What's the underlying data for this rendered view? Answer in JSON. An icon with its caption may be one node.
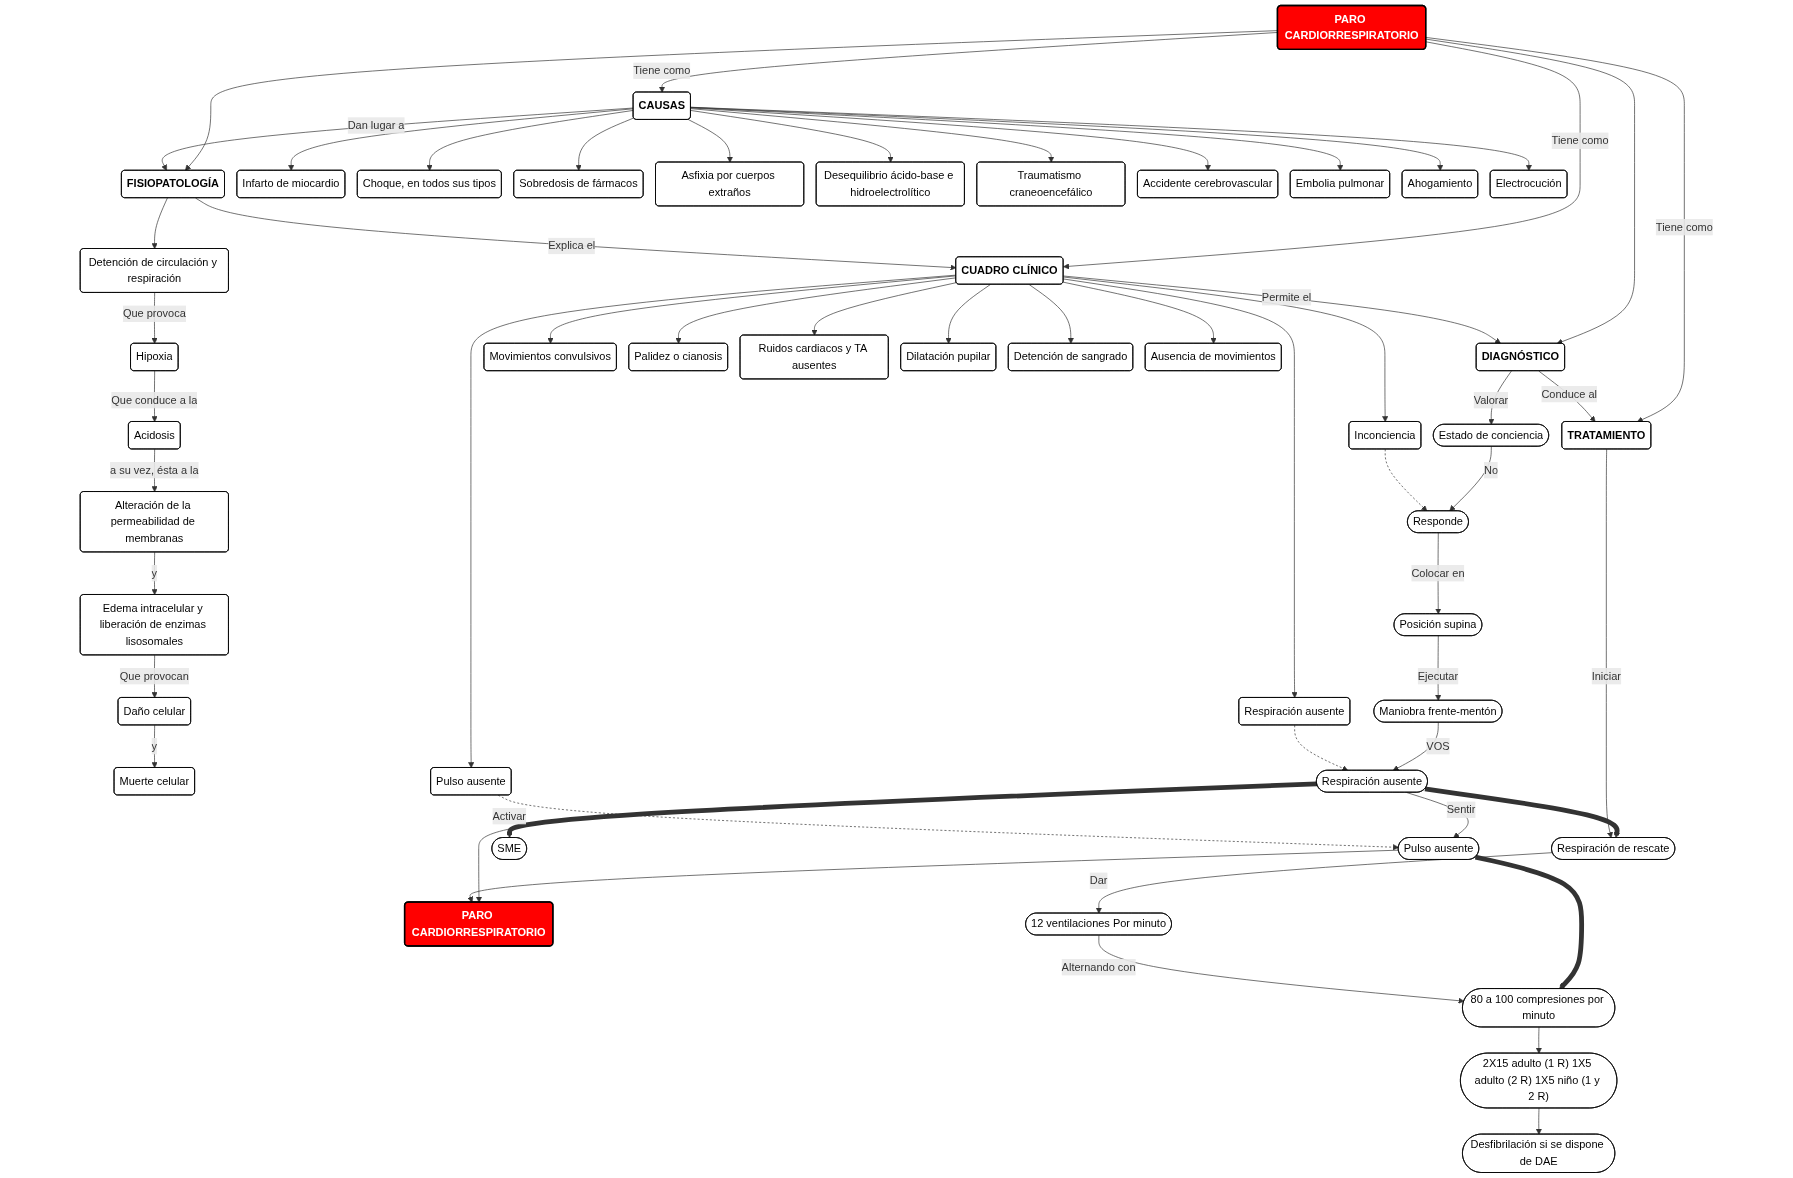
{
  "diagram": {
    "nodes": [
      {
        "text": [
          "PARO CARDIORRESPIRATORIO"
        ]
      },
      {
        "text": [
          "CAUSAS"
        ]
      },
      {
        "text": [
          "FISIOPATOLOGÍA"
        ]
      },
      {
        "text": [
          "CUADRO CLÍNICO"
        ]
      },
      {
        "text": [
          "DIAGNÓSTICO"
        ]
      },
      {
        "text": [
          "TRATAMIENTO"
        ]
      },
      {
        "text": [
          "Infarto de miocardio"
        ]
      },
      {
        "text": [
          "Choque, en todos sus tipos"
        ]
      },
      {
        "text": [
          "Sobredosis de fármacos"
        ]
      },
      {
        "text": [
          "Asfixia por cuerpos extraños"
        ]
      },
      {
        "text": [
          "Desequilibrio ácido-base e hidroelectrolítico"
        ]
      },
      {
        "text": [
          "Traumatismo craneoencefálico"
        ]
      },
      {
        "text": [
          "Accidente cerebrovascular"
        ]
      },
      {
        "text": [
          "Embolia pulmonar"
        ]
      },
      {
        "text": [
          "Ahogamiento"
        ]
      },
      {
        "text": [
          "Electrocución"
        ]
      },
      {
        "text": [
          "Detención de circulación y respiración"
        ]
      },
      {
        "text": [
          "Hipoxia"
        ]
      },
      {
        "text": [
          "Acidosis"
        ]
      },
      {
        "text": [
          "Alteración de la permeabilidad de membranas"
        ]
      },
      {
        "text": [
          "Edema intracelular y liberación de enzimas lisosomales"
        ]
      },
      {
        "text": [
          "Daño celular"
        ]
      },
      {
        "text": [
          "Muerte celular"
        ]
      },
      {
        "text": [
          "Inconciencia"
        ]
      },
      {
        "text": [
          "Movimientos convulsivos"
        ]
      },
      {
        "text": [
          "Palidez o cianosis"
        ]
      },
      {
        "text": [
          "Respiración ausente"
        ]
      },
      {
        "text": [
          "Pulso ausente"
        ]
      },
      {
        "text": [
          "Ruidos cardiacos y TA ausentes"
        ]
      },
      {
        "text": [
          "Dilatación pupilar"
        ]
      },
      {
        "text": [
          "Detención de sangrado"
        ]
      },
      {
        "text": [
          "Ausencia de movimientos"
        ]
      },
      {
        "text": [
          "Estado de conciencia"
        ]
      },
      {
        "text": [
          "Responde"
        ]
      },
      {
        "text": [
          "Posición supina"
        ]
      },
      {
        "text": [
          "Maniobra frente-mentón"
        ]
      },
      {
        "text": [
          "Respiración ausente"
        ]
      },
      {
        "text": [
          "Pulso ausente"
        ]
      },
      {
        "text": [
          "SME"
        ]
      },
      {
        "text": [
          "PARO CARDIORRESPIRATORIO"
        ]
      },
      {
        "text": [
          "Respiración de rescate"
        ]
      },
      {
        "text": [
          "12 ventilaciones Por minuto"
        ]
      },
      {
        "text": [
          "80 a 100 compresiones por minuto"
        ]
      },
      {
        "text": [
          "2X15 adulto (1 R) 1X5 adulto (2 R) 1X5 niño (1 y 2 R)"
        ]
      },
      {
        "text": [
          "Desfibrilación si se dispone de DAE"
        ]
      }
    ],
    "edges": [
      {
        "from": 0,
        "to": 1,
        "arrow": "to",
        "label": "Tiene como"
      },
      {
        "from": 0,
        "to": 2,
        "arrow": "to"
      },
      {
        "from": 0,
        "to": 3,
        "arrow": "to",
        "label": "Tiene como"
      },
      {
        "from": 0,
        "to": 4,
        "arrow": "to"
      },
      {
        "from": 0,
        "to": 5,
        "arrow": "to",
        "label": "Tiene como"
      },
      {
        "from": 1,
        "to": 2,
        "arrow": "to",
        "label": "Dan lugar a"
      },
      {
        "from": 2,
        "to": 3,
        "arrow": "to",
        "label": "Explica el"
      },
      {
        "from": 3,
        "to": 4,
        "arrow": "to",
        "label": "Permite el"
      },
      {
        "from": 4,
        "to": 5,
        "arrow": "to",
        "label": "Conduce al"
      },
      {
        "from": 1,
        "to": 6,
        "arrow": "to"
      },
      {
        "from": 1,
        "to": 7,
        "arrow": "to"
      },
      {
        "from": 1,
        "to": 8,
        "arrow": "to"
      },
      {
        "from": 1,
        "to": 9,
        "arrow": "to"
      },
      {
        "from": 1,
        "to": 10,
        "arrow": "to"
      },
      {
        "from": 1,
        "to": 11,
        "arrow": "to"
      },
      {
        "from": 1,
        "to": 12,
        "arrow": "to"
      },
      {
        "from": 1,
        "to": 13,
        "arrow": "to"
      },
      {
        "from": 1,
        "to": 14,
        "arrow": "to"
      },
      {
        "from": 1,
        "to": 15,
        "arrow": "to"
      },
      {
        "from": 2,
        "to": 16,
        "arrow": "to"
      },
      {
        "from": 16,
        "to": 17,
        "arrow": "to",
        "label": "Que provoca"
      },
      {
        "from": 17,
        "to": 18,
        "arrow": "to",
        "label": "Que conduce a la"
      },
      {
        "from": 18,
        "to": 19,
        "arrow": "to",
        "label": "a su vez, ésta a la"
      },
      {
        "from": 19,
        "to": 20,
        "arrow": "to",
        "label": "y"
      },
      {
        "from": 20,
        "to": 21,
        "arrow": "to",
        "label": "Que provocan"
      },
      {
        "from": 21,
        "to": 22,
        "arrow": "to",
        "label": "y"
      },
      {
        "from": 3,
        "to": 23,
        "arrow": "to"
      },
      {
        "from": 3,
        "to": 24,
        "arrow": "to"
      },
      {
        "from": 3,
        "to": 25,
        "arrow": "to"
      },
      {
        "from": 3,
        "to": 26,
        "arrow": "to"
      },
      {
        "from": 3,
        "to": 27,
        "arrow": "to"
      },
      {
        "from": 3,
        "to": 28,
        "arrow": "to"
      },
      {
        "from": 3,
        "to": 29,
        "arrow": "to"
      },
      {
        "from": 3,
        "to": 30,
        "arrow": "to"
      },
      {
        "from": 3,
        "to": 31,
        "arrow": "to"
      },
      {
        "from": 4,
        "to": 32,
        "arrow": "to",
        "label": "Valorar"
      },
      {
        "from": 32,
        "to": 33,
        "arrow": "to",
        "label": "No"
      },
      {
        "from": 33,
        "to": 34,
        "arrow": "to",
        "label": "Colocar en"
      },
      {
        "from": 34,
        "to": 35,
        "arrow": "to",
        "label": "Ejecutar"
      },
      {
        "from": 35,
        "to": 36,
        "arrow": "to",
        "label": "VOS"
      },
      {
        "from": 36,
        "to": 37,
        "arrow": "to",
        "label": "Sentir"
      },
      {
        "from": 36,
        "to": 38,
        "arrow": "to",
        "label": "Activar",
        "style": "thick"
      },
      {
        "from": 36,
        "to": 39,
        "arrow": "to"
      },
      {
        "from": 37,
        "to": 39,
        "arrow": "to"
      },
      {
        "from": 36,
        "to": 40,
        "arrow": "to",
        "style": "thick"
      },
      {
        "from": 37,
        "to": 42,
        "arrow": "to",
        "style": "thick"
      },
      {
        "from": 23,
        "to": 33,
        "arrow": "to",
        "style": "dashed"
      },
      {
        "from": 26,
        "to": 36,
        "arrow": "to",
        "style": "dashed"
      },
      {
        "from": 27,
        "to": 37,
        "arrow": "to",
        "style": "dashed"
      },
      {
        "from": 5,
        "to": 40,
        "arrow": "to",
        "label": "Iniciar"
      },
      {
        "from": 40,
        "to": 41,
        "arrow": "to",
        "label": "Dar"
      },
      {
        "from": 41,
        "to": 42,
        "arrow": "to",
        "label": "Alternando con"
      },
      {
        "from": 42,
        "to": 43,
        "arrow": "to"
      },
      {
        "from": 43,
        "to": 44,
        "arrow": "to"
      }
    ]
  }
}
